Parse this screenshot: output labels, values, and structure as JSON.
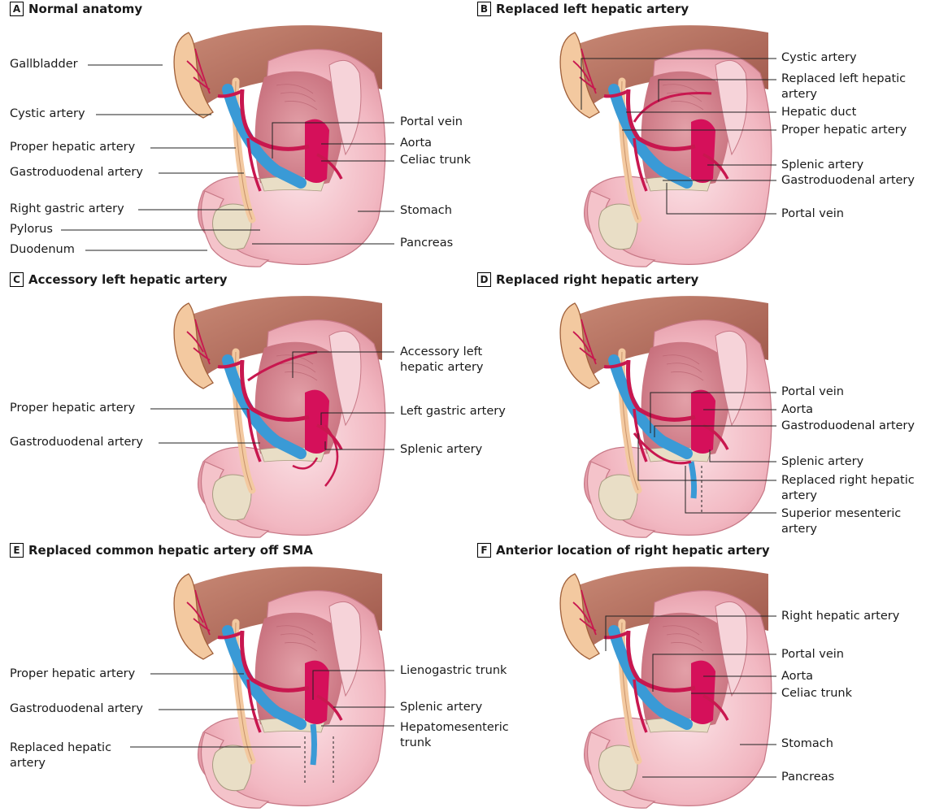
{
  "panels": [
    {
      "letter": "A",
      "title": "Normal anatomy",
      "labels_left": [
        "Gallbladder",
        "Cystic artery",
        "Proper hepatic artery",
        "Gastroduodenal artery",
        "Right gastric artery",
        "Pylorus",
        "Duodenum"
      ],
      "labels_right": [
        "Portal vein",
        "Aorta",
        "Celiac trunk",
        "Stomach",
        "Pancreas"
      ]
    },
    {
      "letter": "B",
      "title": "Replaced left hepatic artery",
      "labels_right": [
        "Cystic artery",
        "Replaced left hepatic artery",
        "Hepatic duct",
        "Proper hepatic artery",
        "Splenic artery",
        "Gastroduodenal artery",
        "Portal vein"
      ]
    },
    {
      "letter": "C",
      "title": "Accessory left hepatic artery",
      "labels_left": [
        "Proper hepatic artery",
        "Gastroduodenal artery"
      ],
      "labels_right": [
        "Accessory left hepatic artery",
        "Left gastric artery",
        "Splenic artery"
      ]
    },
    {
      "letter": "D",
      "title": "Replaced right hepatic artery",
      "labels_right": [
        "Portal vein",
        "Aorta",
        "Gastroduodenal artery",
        "Splenic artery",
        "Replaced right hepatic artery",
        "Superior mesenteric artery"
      ]
    },
    {
      "letter": "E",
      "title": "Replaced common hepatic artery off SMA",
      "labels_left": [
        "Proper hepatic artery",
        "Gastroduodenal artery",
        "Replaced hepatic artery"
      ],
      "labels_right": [
        "Lienogastric trunk",
        "Splenic artery",
        "Hepatomesenteric trunk"
      ]
    },
    {
      "letter": "F",
      "title": "Anterior location of right hepatic artery",
      "labels_right": [
        "Right hepatic artery",
        "Portal vein",
        "Aorta",
        "Celiac trunk",
        "Stomach",
        "Pancreas"
      ]
    }
  ],
  "colors": {
    "artery": "#c8174f",
    "vein": "#3a9ad6",
    "duct": "#f3c9a0",
    "stomach": "#f2b8c0",
    "liver": "#b86c5e",
    "pancreas": "#e8dcc4",
    "aorta": "#d5105a"
  }
}
